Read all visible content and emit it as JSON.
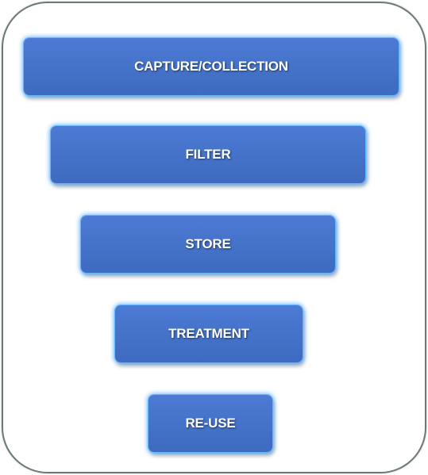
{
  "diagram": {
    "type": "funnel",
    "stages": [
      {
        "label": "CAPTURE/COLLECTION"
      },
      {
        "label": "FILTER"
      },
      {
        "label": "STORE"
      },
      {
        "label": "TREATMENT"
      },
      {
        "label": "RE-USE"
      }
    ]
  },
  "colors": {
    "stage_fill": "#4472c8",
    "stage_glow": "#63b6ff",
    "frame_border": "#6b7a76",
    "text": "#ffffff"
  }
}
